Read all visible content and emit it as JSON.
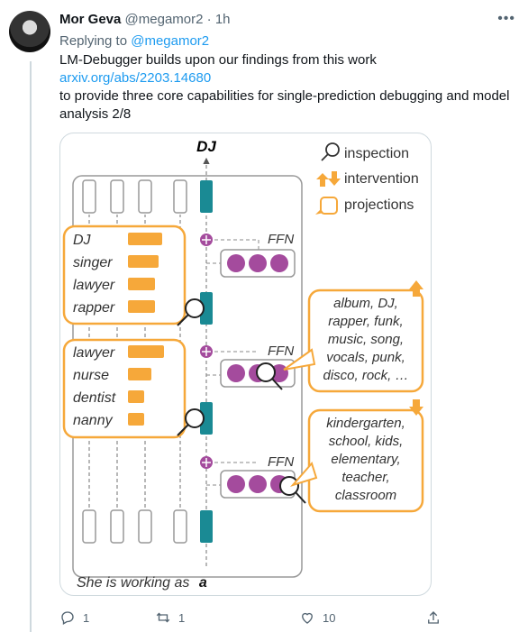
{
  "tweet": {
    "name": "Mor Geva",
    "handle": "@megamor2",
    "dot": "·",
    "time": "1h",
    "reply_prefix": "Replying to ",
    "reply_handle": "@megamor2",
    "line1": "LM-Debugger builds upon our findings from this work",
    "link": "arxiv.org/abs/2203.14680",
    "line2": "to provide three core capabilities for single-prediction debugging and model analysis 2/8"
  },
  "figure": {
    "top_label": "DJ",
    "legend": {
      "inspection": "inspection",
      "intervention": "intervention",
      "projections": "projections"
    },
    "ffn_label": "FFN",
    "box1": [
      "DJ",
      "singer",
      "lawyer",
      "rapper"
    ],
    "box1_values": [
      0.95,
      0.85,
      0.75,
      0.75
    ],
    "box2": [
      "lawyer",
      "nurse",
      "dentist",
      "nanny"
    ],
    "box2_values": [
      1.0,
      0.65,
      0.45,
      0.45
    ],
    "bubble_up": [
      "album, DJ,",
      "rapper, funk,",
      "music, song,",
      "vocals, punk,",
      "disco, rock, …"
    ],
    "bubble_down": [
      "kindergarten,",
      "school, kids,",
      "elementary,",
      "teacher,",
      "classroom"
    ],
    "bottom_text": "She is working as",
    "bottom_bold": "a",
    "colors": {
      "teal": "#1a8a94",
      "orange": "#f6a83a",
      "purple": "#a44b9d"
    }
  },
  "actions": {
    "replies": "1",
    "retweets": "1",
    "likes": "10"
  }
}
